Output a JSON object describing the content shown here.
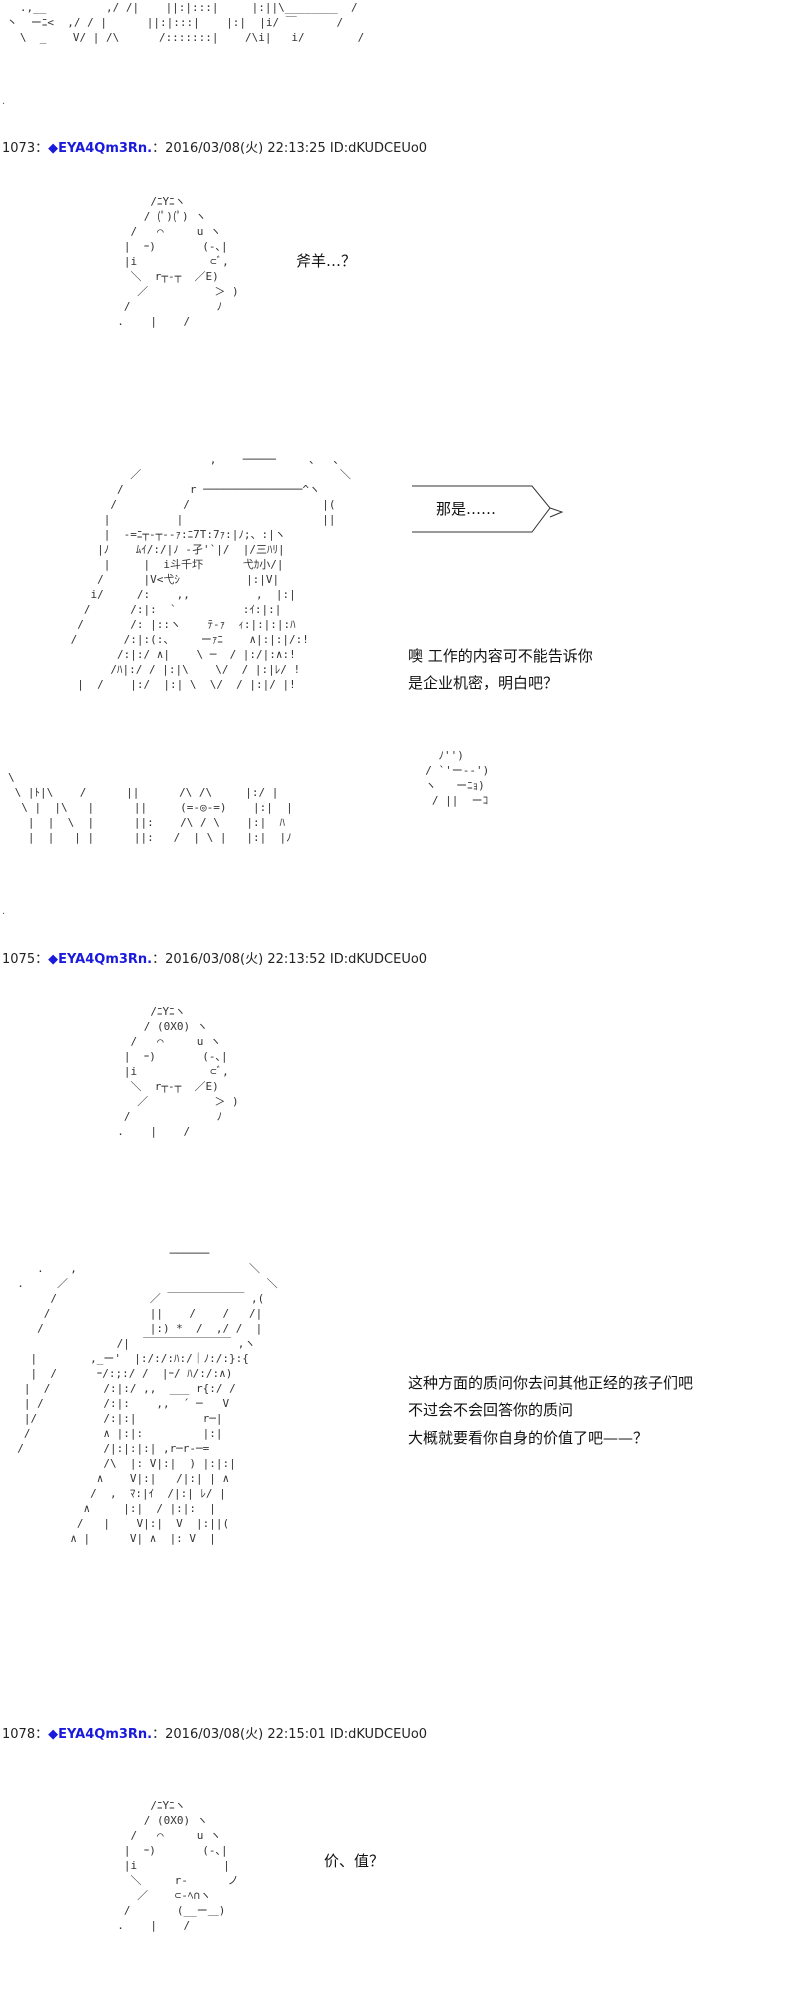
{
  "posts": [
    {
      "number": "1073",
      "sep": "：",
      "trip": "◆EYA4Qm3Rn.",
      "colon": "：",
      "datetime": "2016/03/08(火) 22:13:25",
      "id": "ID:dKUDCEUo0"
    },
    {
      "number": "1075",
      "sep": "：",
      "trip": "◆EYA4Qm3Rn.",
      "colon": "：",
      "datetime": "2016/03/08(火) 22:13:52",
      "id": "ID:dKUDCEUo0"
    },
    {
      "number": "1078",
      "sep": "：",
      "trip": "◆EYA4Qm3Rn.",
      "colon": "：",
      "datetime": "2016/03/08(火) 22:15:01",
      "id": "ID:dKUDCEUo0"
    }
  ],
  "dialogue": {
    "line_1": "斧羊…？",
    "arrow_line": "那是……",
    "line_2a": "噢 工作的内容可不能告诉你",
    "line_2b": "是企业机密，明白吧？",
    "line_3a": "这种方面的质问你去问其他正经的孩子们吧",
    "line_3b": "不过会不会回答你的质问",
    "line_3c": "大概就要看你自身的价值了吧——？",
    "line_4": "价、值？"
  },
  "ascii_art": {
    "top_fragment": "   .,__         ,/ /|    ||:|:::|     |:||\\________  /\n 丶  ーﾆ<  ,/ / |      ||:|:::|    |:|  |i/ ￣      /\n   \\  _    V/ | /\\      /:::::::|    /\\i|   i/        /",
    "char_small_1": "       /ﾆYﾆヽ\n      / (ﾟ)(ﾟ) ヽ\n    /   ⌒     u ヽ\n   |  ｰ)       (-､|\n   |i           ⊂ﾞ,\n    ＼  r┬‐┬  ／E)\n     ／          ＞ )\n   /             ﾉ\n  .    |    /",
    "char_large_1": "                      ,    ─────     、  、\n          ／                              ＼\n        /          r ───────────────^ヽ\n       /          /                    |(\n      |          |                     ||\n      |  -=ﾆ┬-┬-‐ｧ:ﾆ7T:7ｧ:|ﾉ;、:|ヽ\n     |ﾉ    ﾑｲ/:/|ﾉ ‐孑'`|/  |/三ﾊﾘ|\n      |     |  i斗千圷      弋ｶ小/|\n     /      |V<弋ｼ          |:|V|\n    i/     /:    ,,          ,  |:|\n   /      /:|:  `          :ｲ:|:|\n  /       /: |::ヽ    ﾃ‐ｧ  ｨ:|:|:|:ﾊ\n /       /:|:(:、    ーｧﾆ    ∧|:|:|/:!\n        /:|:/ ∧|    \\ ─  / |:/|:∧:!\n       /ﾊ|:/ / |:|\\    \\/  / |:|ﾚ/ !\n  |  /    |:/  |:| \\  \\/  / |:|/ |!",
    "char_bottom_1": "\\\n \\ |ﾄ|\\    /      ||      /\\ /\\     |:/ |\n  \\ |  |\\   |      ||     (=-◎-=)    |:|  |\n   |  |  \\  |      ||:    /\\ / \\    |:|  ﾊ\n   |  |   | |      ||:   /  | \\ |   |:|  |ﾉ",
    "hand_right": "    ﾉ'')\n  / `'ー‐‐')\n  ヽ   ーﾆｮ)\n   / ||  ーｺ",
    "char_small_2": "       /ﾆYﾆヽ\n      / (0X0) ヽ\n    /   ⌒     u ヽ\n   |  ｰ)       (-､|\n   |i           ⊂ﾞ,\n    ＼  r┬‐┬  ／E)\n     ／          ＞ )\n   /             ﾉ\n  .    |    /",
    "char_large_2": "                         ──────\n     .    ,                          ＼\n  .     ／                              ＼\n       /              ／ ￣￣￣￣￣￣￣ ,(\n      /               ||    /    /   /|\n     /                |:) *  /  ,/ /  |\n                 /|  ￣￣￣￣￣￣￣￣ ,ヽ\n    |        ,_ー'  |:/:/:ﾊ:/｜ﾉ:/:}:{\n    |  /      ｰ/:;:/ /  |ｰ/ ﾊ/:/:∧)\n   |  /        /:|:/ ,,  ___ r{:/ /\n   | /         /:|:    ,,  ´ ─   V\n   |/          /:|:|          r─|\n   /           ∧ |:|:         |:|\n  /            /|:|:|:| ,r─r‐─=\n               /\\  |: V|:|  ) |:|:|\n              ∧    V|:|   /|:| | ∧\n             /  ,  ﾏ:|ｲ  /|:| ﾚ/ |\n            ∧     |:|  / |:|:  |\n           /   |    V|:|  V  |:||(\n          ∧ |      V| ∧  |: V  |",
    "char_small_3": "       /ﾆYﾆヽ\n      / (0X0) ヽ\n    /   ⌒     u ヽ\n   |  ｰ)       (-､|\n   |i             |\n    ＼     r-      ノ\n     ／    ⊂-ﾍ∩ヽ\n   /       (__ー＿)\n  .    |    /"
  }
}
